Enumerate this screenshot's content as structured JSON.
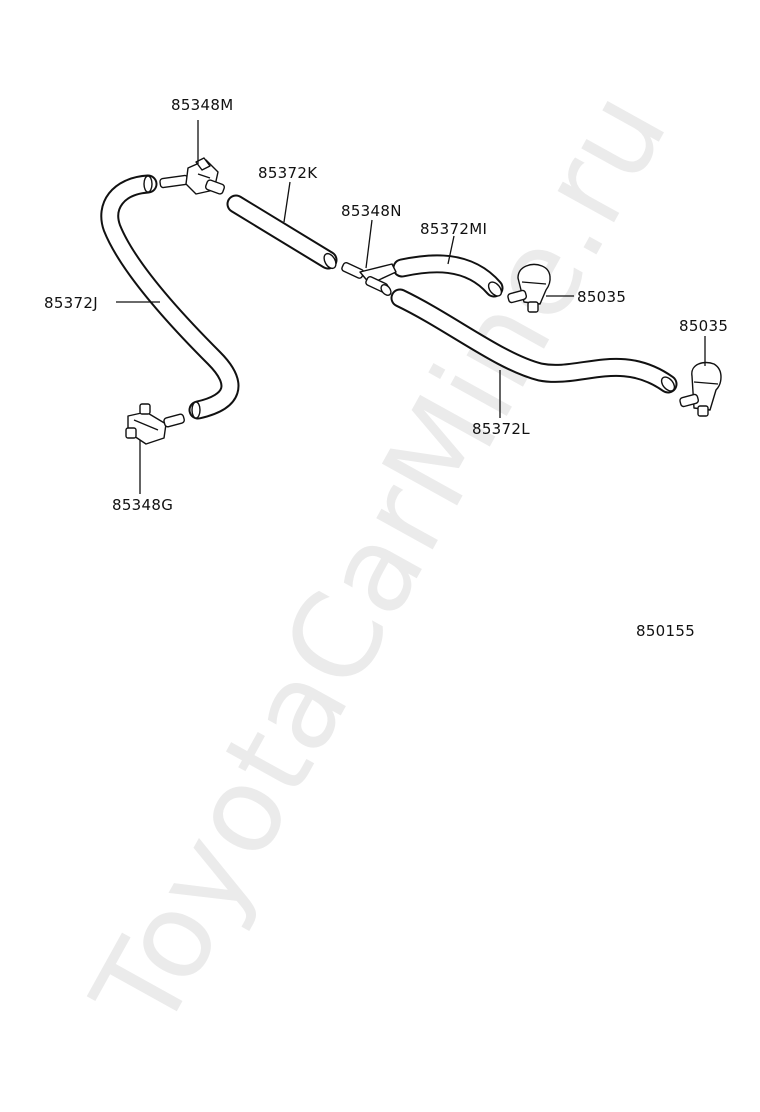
{
  "watermark": "ToyotaCarMine.ru",
  "diagram_code": "850155",
  "part_labels": {
    "p85348M": "85348M",
    "p85372K": "85372K",
    "p85348N": "85348N",
    "p85372MI": "85372MI",
    "p85035_a": "85035",
    "p85035_b": "85035",
    "p85372J": "85372J",
    "p85372L": "85372L",
    "p85348G": "85348G"
  }
}
